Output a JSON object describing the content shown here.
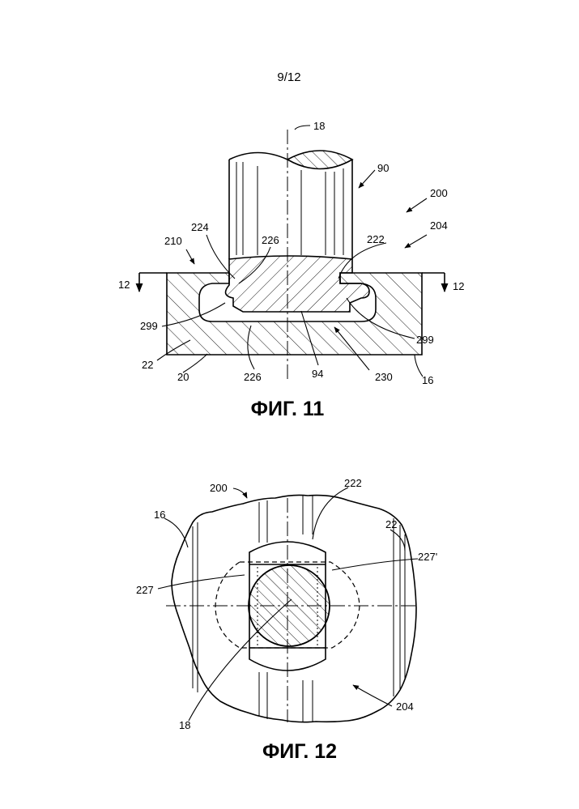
{
  "page_number": "9/12",
  "figure_11": {
    "caption": "ФИГ. 11",
    "labels": {
      "axis": "18",
      "pin": "90",
      "assembly": "200",
      "detail": "204",
      "head": "210",
      "l224": "224",
      "l226_top": "226",
      "l222": "222",
      "section_left": "12",
      "section_right": "12",
      "l299_left": "299",
      "l299_right": "299",
      "l22": "22",
      "l20": "20",
      "l226_bottom": "226",
      "l94": "94",
      "l230": "230",
      "l16": "16"
    }
  },
  "figure_12": {
    "caption": "ФИГ. 12",
    "labels": {
      "assembly": "200",
      "l222": "222",
      "l16": "16",
      "l22": "22",
      "l227p": "227'",
      "l227": "227",
      "detail": "204",
      "axis": "18"
    }
  }
}
